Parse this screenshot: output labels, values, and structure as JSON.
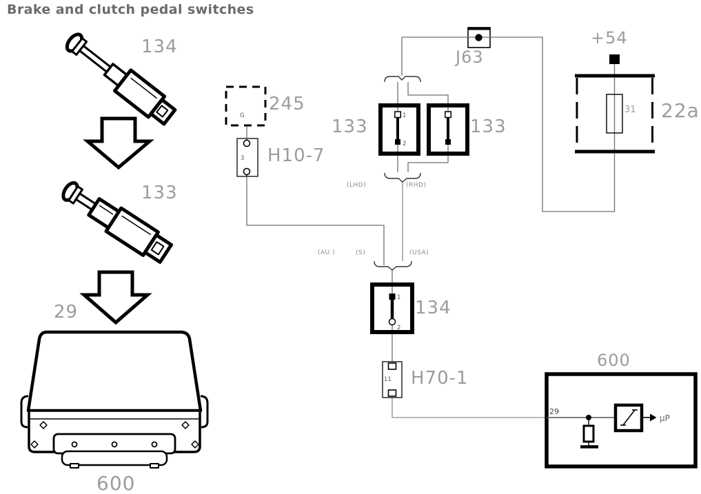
{
  "title": "Brake and clutch pedal switches",
  "illustrations": {
    "clutch_switch": {
      "label": "134"
    },
    "brake_switch": {
      "label": "133"
    },
    "ecu_pin_ref": {
      "label": "29"
    },
    "ecu": {
      "label": "600"
    }
  },
  "schematic": {
    "junction_j63": {
      "label": "J63"
    },
    "power_feed": {
      "label": "+54"
    },
    "relay_22a": {
      "label": "22a",
      "element": "31"
    },
    "component_245": {
      "label": "245",
      "pin": "G"
    },
    "connector_h10_7": {
      "label": "H10-7",
      "pin": "3"
    },
    "brake_switch_left": {
      "label": "133",
      "pin_top": "1",
      "pin_bottom": "2"
    },
    "brake_switch_right": {
      "label": "133"
    },
    "clutch_switch": {
      "label": "134",
      "pin_top": "1",
      "pin_bottom": "2"
    },
    "connector_h70_1": {
      "label": "H70-1",
      "pin": "11"
    },
    "ecu_600": {
      "label": "600",
      "pin": "29",
      "processor": "μP"
    },
    "variants": {
      "lhd": "(LHD)",
      "rhd": "(RHD)",
      "au": "(AU )",
      "s": "(S)",
      "usa": "(USA)"
    }
  }
}
